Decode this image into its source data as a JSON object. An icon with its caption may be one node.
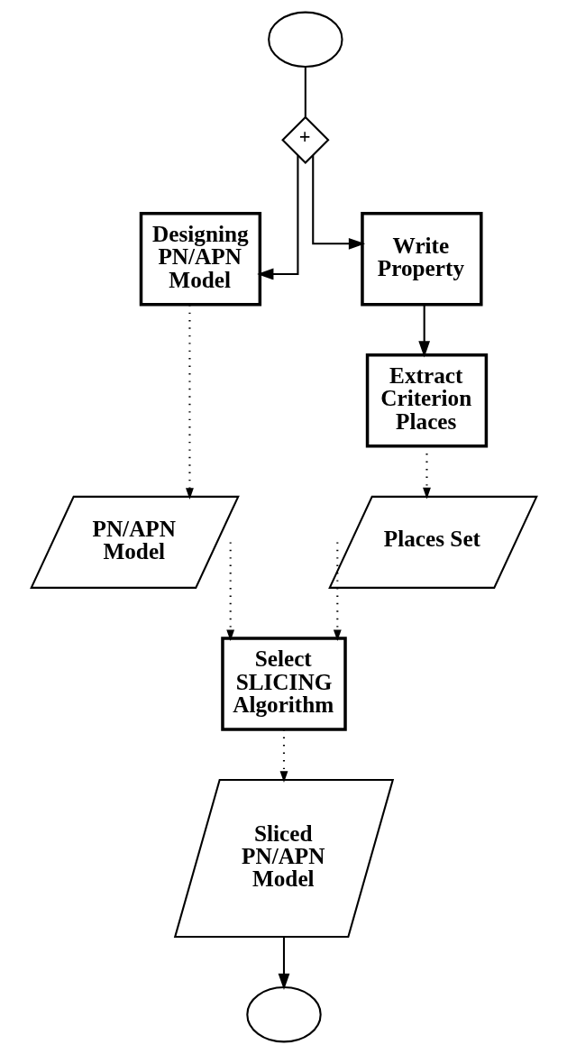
{
  "diagram": {
    "nodes": [
      {
        "text": [],
        "shape": "circle"
      },
      {
        "text": [
          "+"
        ]
      },
      {
        "text": [
          "Designing PN/APN Model"
        ]
      },
      {
        "text": [
          "Write Property"
        ]
      },
      {
        "text": [
          "Extract Criterion Places"
        ]
      },
      {
        "text": [
          "PN/APN Model"
        ]
      },
      {
        "text": [
          "Places Set"
        ]
      },
      {
        "text": [
          "Select SLICING Algorithm"
        ]
      },
      {
        "text": [
          "Sliced PN/APN Model"
        ]
      },
      {
        "text": [],
        "shape": "circle"
      }
    ],
    "edges": [
      {
        "from": 0,
        "to": 1,
        "arrow": "none"
      },
      {
        "from": 1,
        "to": 2,
        "arrow": "to"
      },
      {
        "from": 1,
        "to": 3,
        "arrow": "to"
      },
      {
        "from": 3,
        "to": 4,
        "arrow": "to"
      },
      {
        "from": 2,
        "to": 5,
        "arrow": "to",
        "style": "dashed"
      },
      {
        "from": 4,
        "to": 6,
        "arrow": "to",
        "style": "dashed"
      },
      {
        "from": 5,
        "to": 7,
        "arrow": "to",
        "style": "dashed"
      },
      {
        "from": 6,
        "to": 7,
        "arrow": "to",
        "style": "dashed"
      },
      {
        "from": 7,
        "to": 8,
        "arrow": "to",
        "style": "dashed"
      },
      {
        "from": 8,
        "to": 9,
        "arrow": "to"
      }
    ]
  }
}
